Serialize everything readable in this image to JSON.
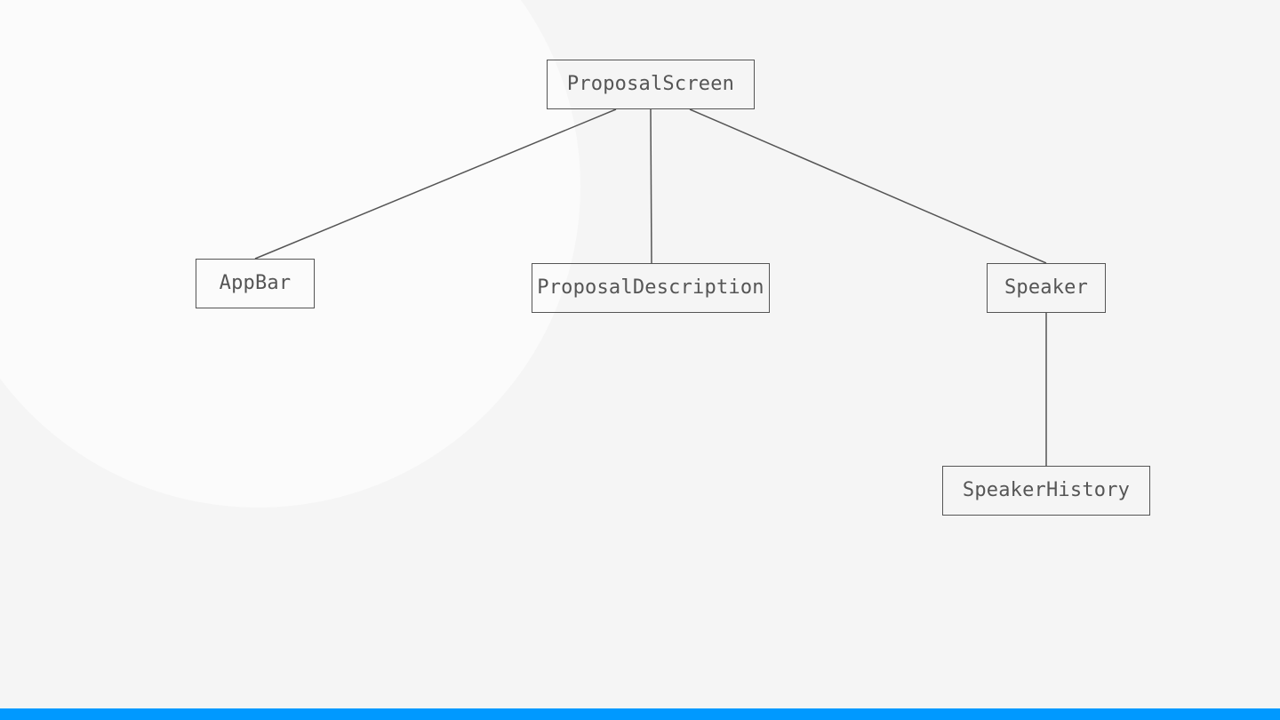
{
  "colors": {
    "background": "#f5f5f5",
    "circle": "#fbfbfb",
    "stroke": "#555555",
    "accent_bar": "#0099ff"
  },
  "tree": {
    "root": {
      "label": "ProposalScreen"
    },
    "children": [
      {
        "label": "AppBar"
      },
      {
        "label": "ProposalDescription"
      },
      {
        "label": "Speaker",
        "children": [
          {
            "label": "SpeakerHistory"
          }
        ]
      }
    ]
  }
}
